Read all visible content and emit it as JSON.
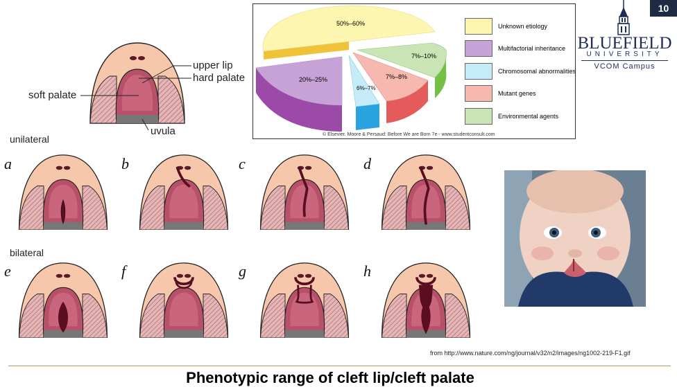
{
  "slide": {
    "number": "10"
  },
  "logo": {
    "brand": "BLUEFIELD",
    "brand_sub": "UNIVERSITY",
    "campus": "VCOM Campus"
  },
  "pie": {
    "credit": "© Elsevier. Moore & Persaud: Before We are Born 7e - www.studentconsult.com",
    "legend": [
      {
        "label": "Unknown etiology",
        "color": "#fdf6b0"
      },
      {
        "label": "Multifactorial inheritance",
        "color": "#c7a2d6"
      },
      {
        "label": "Chromosomal abnormalities",
        "color": "#c5ecf8"
      },
      {
        "label": "Mutant genes",
        "color": "#f7b8b0"
      },
      {
        "label": "Environmental agents",
        "color": "#c9e5b5"
      }
    ],
    "slice_labels": [
      "50%–60%",
      "20%–25%",
      "6%–7%",
      "7%–8%",
      "7%–10%"
    ]
  },
  "anatomy": {
    "upper_lip": "upper lip",
    "hard_palate": "hard palate",
    "soft_palate": "soft palate",
    "uvula": "uvula"
  },
  "sections": {
    "unilateral": "unilateral",
    "bilateral": "bilateral"
  },
  "panels": [
    "a",
    "b",
    "c",
    "d",
    "e",
    "f",
    "g",
    "h"
  ],
  "source": "from http://www.nature.com/ng/journal/v32/n2/images/ng1002-219-F1.gif",
  "title": "Phenotypic range of cleft lip/cleft palate"
}
